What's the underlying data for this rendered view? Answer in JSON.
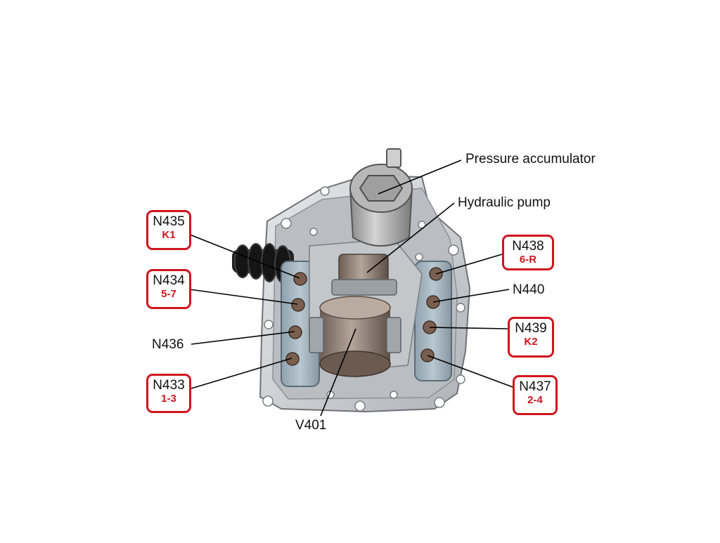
{
  "labels": {
    "pressure_accumulator": "Pressure accumulator",
    "hydraulic_pump": "Hydraulic pump",
    "n440": "N440",
    "n436": "N436",
    "v401": "V401"
  },
  "valves": {
    "n435": {
      "code": "N435",
      "gear": "K1"
    },
    "n434": {
      "code": "N434",
      "gear": "5-7"
    },
    "n433": {
      "code": "N433",
      "gear": "1-3"
    },
    "n438": {
      "code": "N438",
      "gear": "6-R"
    },
    "n439": {
      "code": "N439",
      "gear": "K2"
    },
    "n437": {
      "code": "N437",
      "gear": "2-4"
    }
  },
  "colors": {
    "highlight_red": "#d0141e",
    "housing_gray": "#c9cccf",
    "valve_body_blue": "#9fb0bb",
    "motor_bronze": "#8c7a6e",
    "boot_black": "#1e1e1e"
  }
}
